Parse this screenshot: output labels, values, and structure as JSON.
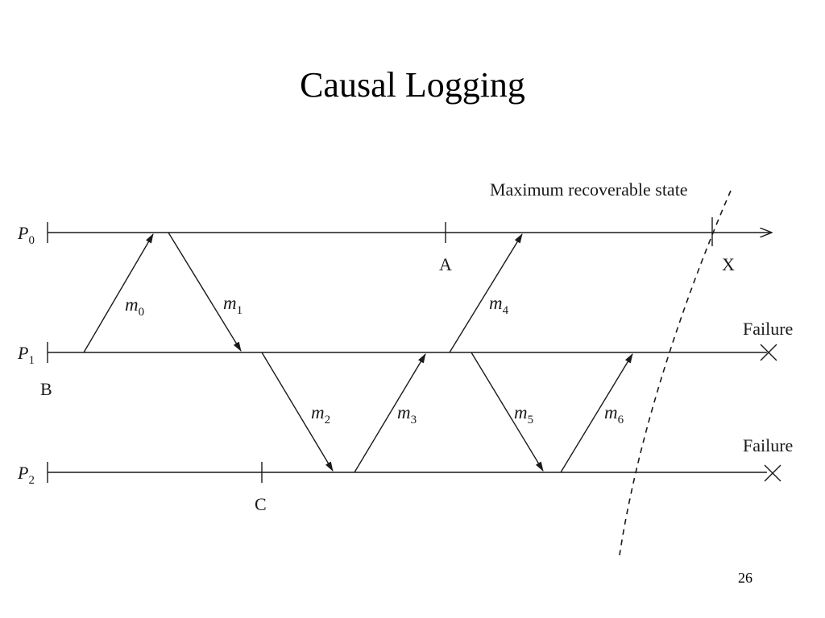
{
  "slide": {
    "title": "Causal Logging",
    "page_number": "26"
  },
  "diagram": {
    "processes": [
      {
        "name": "P",
        "index": "0"
      },
      {
        "name": "P",
        "index": "1"
      },
      {
        "name": "P",
        "index": "2"
      }
    ],
    "messages": [
      {
        "name": "m",
        "index": "0",
        "from": "P1",
        "to": "P0"
      },
      {
        "name": "m",
        "index": "1",
        "from": "P0",
        "to": "P1"
      },
      {
        "name": "m",
        "index": "2",
        "from": "P1",
        "to": "P2"
      },
      {
        "name": "m",
        "index": "3",
        "from": "P2",
        "to": "P1"
      },
      {
        "name": "m",
        "index": "4",
        "from": "P1",
        "to": "P0"
      },
      {
        "name": "m",
        "index": "5",
        "from": "P1",
        "to": "P2"
      },
      {
        "name": "m",
        "index": "6",
        "from": "P2",
        "to": "P1"
      }
    ],
    "checkpoints": {
      "a": "A",
      "b": "B",
      "c": "C",
      "x": "X"
    },
    "failure_labels": [
      "Failure",
      "Failure"
    ],
    "recovery_line_label": "Maximum recoverable state"
  }
}
